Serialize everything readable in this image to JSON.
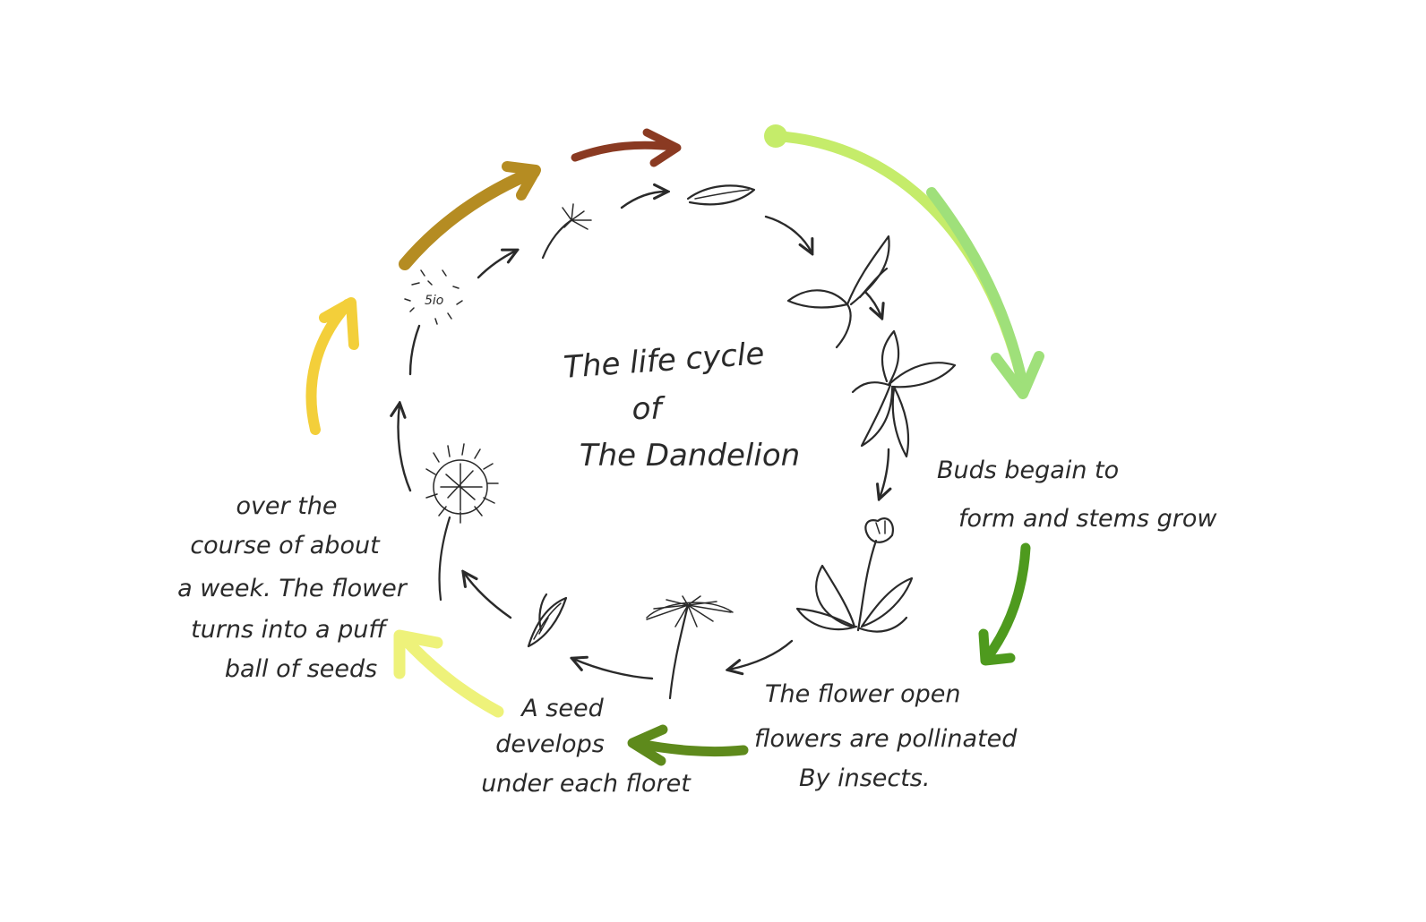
{
  "title": {
    "line1": "The life cycle",
    "line2": "of",
    "line3": "The Dandelion"
  },
  "stages": [
    {
      "key": "buds",
      "lines": [
        "Buds begain to",
        "form and stems grow"
      ]
    },
    {
      "key": "flower",
      "lines": [
        "The flower open",
        "flowers are pollinated",
        "By insects."
      ]
    },
    {
      "key": "seed",
      "lines": [
        "A seed",
        "develops",
        "under each floret"
      ]
    },
    {
      "key": "puffball",
      "lines": [
        "over the",
        "course of about",
        "a week. The flower",
        "turns into a puff",
        "ball of seeds"
      ]
    }
  ],
  "colors": {
    "ink": "#2a2a2a",
    "arrow_light_green": "#9fe07a",
    "arrow_lime": "#c5ec6a",
    "arrow_green": "#4e9a1e",
    "arrow_olive_green": "#5e8a1c",
    "arrow_pale_yellow": "#eef27a",
    "arrow_yellow": "#f3cf3a",
    "arrow_olive": "#b58c22",
    "arrow_brown": "#8a3a22"
  },
  "icons": [
    "seed-sprout-icon",
    "young-leaves-icon",
    "leafy-plant-icon",
    "flower-bud-icon",
    "seed-head-icon",
    "closed-flower-icon",
    "puff-ball-icon",
    "scattered-seeds-icon",
    "flying-seed-icon"
  ]
}
